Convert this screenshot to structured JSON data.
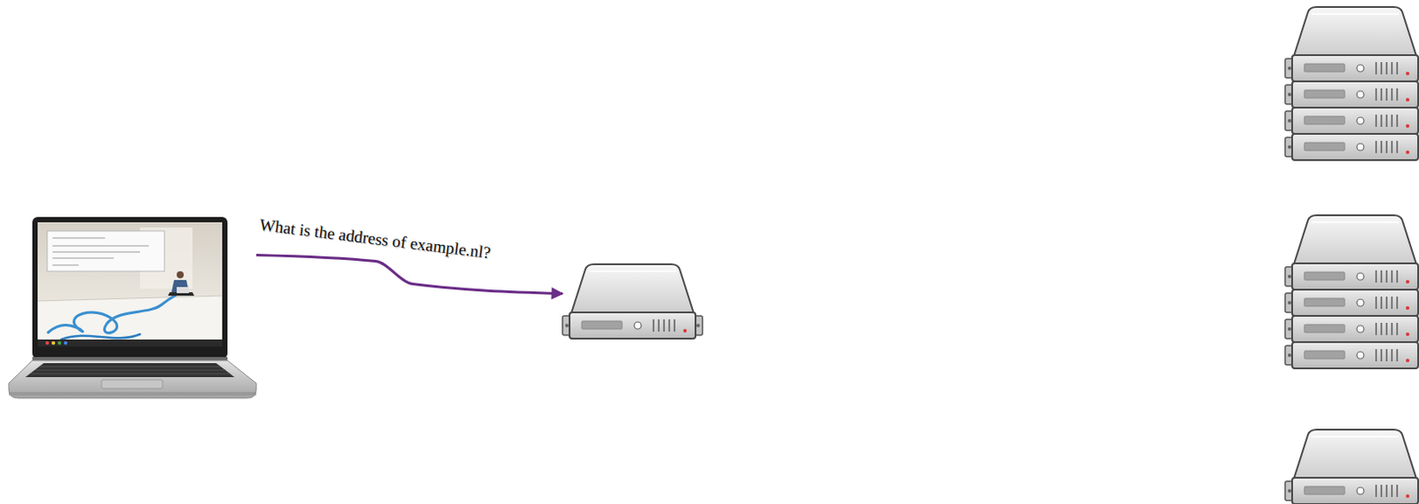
{
  "diagram": {
    "nodes": [
      {
        "text": []
      },
      {
        "text": []
      }
    ],
    "edges": [
      {
        "from": 0,
        "to": 1,
        "arrow": "to",
        "label": "What is the address of example.nl?"
      }
    ]
  }
}
